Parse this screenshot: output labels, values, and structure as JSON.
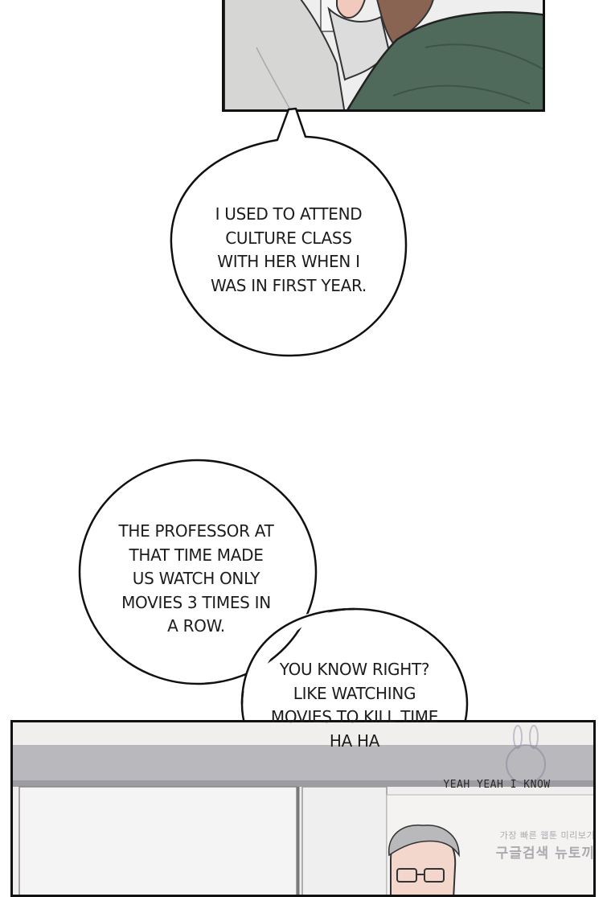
{
  "bubbles": [
    {
      "lines": [
        "I USED TO ATTEND",
        "CULTURE CLASS",
        "WITH HER WHEN I",
        "WAS IN FIRST YEAR."
      ]
    },
    {
      "lines": [
        "THE PROFESSOR AT",
        "THAT TIME MADE",
        "US WATCH ONLY",
        "MOVIES 3 TIMES IN",
        "A ROW."
      ]
    },
    {
      "lines": [
        "YOU KNOW RIGHT?",
        "LIKE WATCHING",
        "MOVIES TO KILL TIME",
        "HA HA"
      ]
    }
  ],
  "sfx": "YEAH YEAH I KNOW",
  "watermark": {
    "line1": "가장 빠른 웹툰 미리보기",
    "line2": "구글검색 뉴토끼"
  },
  "colors": {
    "ink": "#111111",
    "jacket_green": "#4f6a5a",
    "sweater_gray": "#d9d9d7",
    "panel_bg": "#ececec"
  }
}
